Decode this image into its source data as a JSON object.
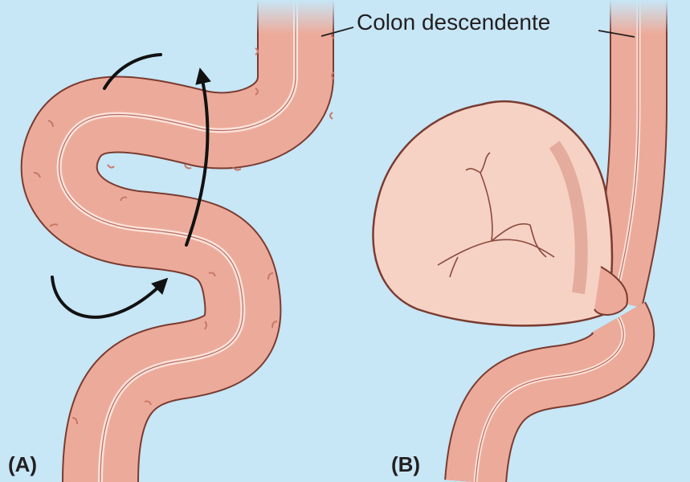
{
  "labels": {
    "colon_descendente": "Colon descendente",
    "panel_a": "(A)",
    "panel_b": "(B)"
  },
  "colors": {
    "background": "#c7e6f6",
    "colon_fill": "#ecab9a",
    "colon_outline": "#7a3b30",
    "lumen": "#fbe3dc",
    "arrow": "#111111",
    "distended_fill": "#f6d2c4"
  }
}
